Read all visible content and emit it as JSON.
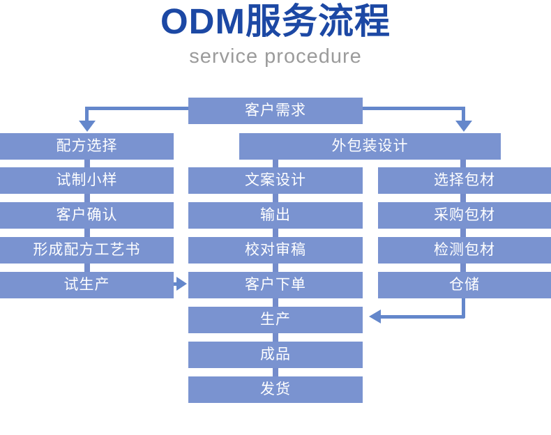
{
  "header": {
    "title": "ODM服务流程",
    "subtitle": "service procedure"
  },
  "colors": {
    "title_blue": "#1c48a4",
    "subtitle_gray": "#9b9b9b",
    "box_blue": "#7a93d0",
    "connector_blue": "#748ccb",
    "arrow_blue": "#6487cb",
    "box_text": "#ffffff"
  },
  "flow": {
    "root": "客户需求",
    "packaging_header": "外包装设计",
    "formula_branch": [
      "配方选择",
      "试制小样",
      "客户确认",
      "形成配方工艺书",
      "试生产"
    ],
    "design_branch": [
      "文案设计",
      "输出",
      "校对审稿",
      "客户下单",
      "生产",
      "成品",
      "发货"
    ],
    "material_branch": [
      "选择包材",
      "采购包材",
      "检测包材",
      "仓储"
    ]
  }
}
